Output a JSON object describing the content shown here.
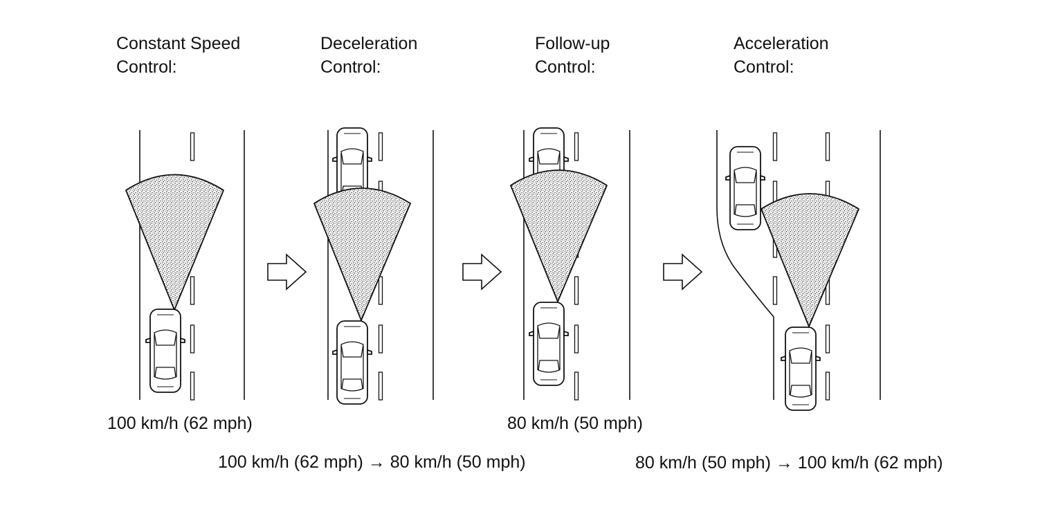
{
  "panels": [
    {
      "title_line1": "Constant Speed",
      "title_line2": "Control:"
    },
    {
      "title_line1": "Deceleration",
      "title_line2": "Control:"
    },
    {
      "title_line1": "Follow-up",
      "title_line2": "Control:"
    },
    {
      "title_line1": "Acceleration",
      "title_line2": "Control:"
    }
  ],
  "speeds": {
    "constant": "100 km/h (62 mph)",
    "deceleration": "100 km/h (62 mph) → 80 km/h (50 mph)",
    "follow_up": "80 km/h (50 mph)",
    "acceleration": "80 km/h (50 mph) → 100 km/h (62 mph)"
  },
  "colors": {
    "line": "#111111",
    "background": "#ffffff"
  }
}
